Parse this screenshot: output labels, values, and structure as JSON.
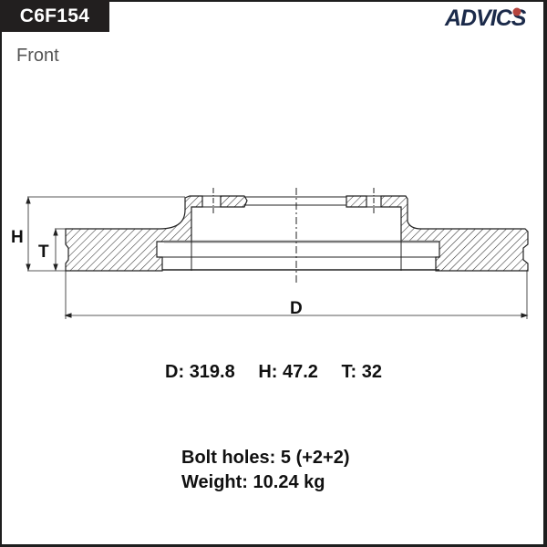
{
  "header": {
    "part_code": "C6F154",
    "position": "Front",
    "brand": "ADVICS",
    "brand_colors": {
      "text": "#1b2a4a",
      "dot": "#b5443e"
    },
    "badge_color": "#221f1f"
  },
  "drawing": {
    "type": "brake-disc-cross-section",
    "dimension_labels": {
      "h": "H",
      "t": "T",
      "d": "D"
    },
    "hatch_color": "#333333"
  },
  "specs": {
    "d": {
      "label": "D:",
      "value": "319.8"
    },
    "h": {
      "label": "H:",
      "value": "47.2"
    },
    "t": {
      "label": "T:",
      "value": "32"
    }
  },
  "details": {
    "bolt_holes": {
      "label": "Bolt holes:",
      "value": "5 (+2+2)"
    },
    "weight": {
      "label": "Weight:",
      "value": "10.24 kg"
    }
  }
}
